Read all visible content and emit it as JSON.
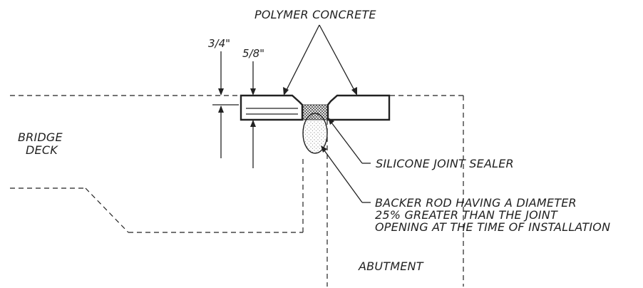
{
  "labels": {
    "polymer_concrete": "POLYMER CONCRETE",
    "dim_three_quarter": "3/4\"",
    "dim_five_eighths": "5/8\"",
    "bridge_deck_line1": "BRIDGE",
    "bridge_deck_line2": "DECK",
    "silicone_sealer": "SILICONE JOINT SEALER",
    "backer_rod_line1": "BACKER ROD HAVING A DIAMETER",
    "backer_rod_line2": "25% GREATER THAN THE JOINT",
    "backer_rod_line3": "OPENING AT THE TIME OF INSTALLATION",
    "abutment": "ABUTMENT"
  },
  "colors": {
    "ink": "#222222",
    "background": "#ffffff"
  }
}
